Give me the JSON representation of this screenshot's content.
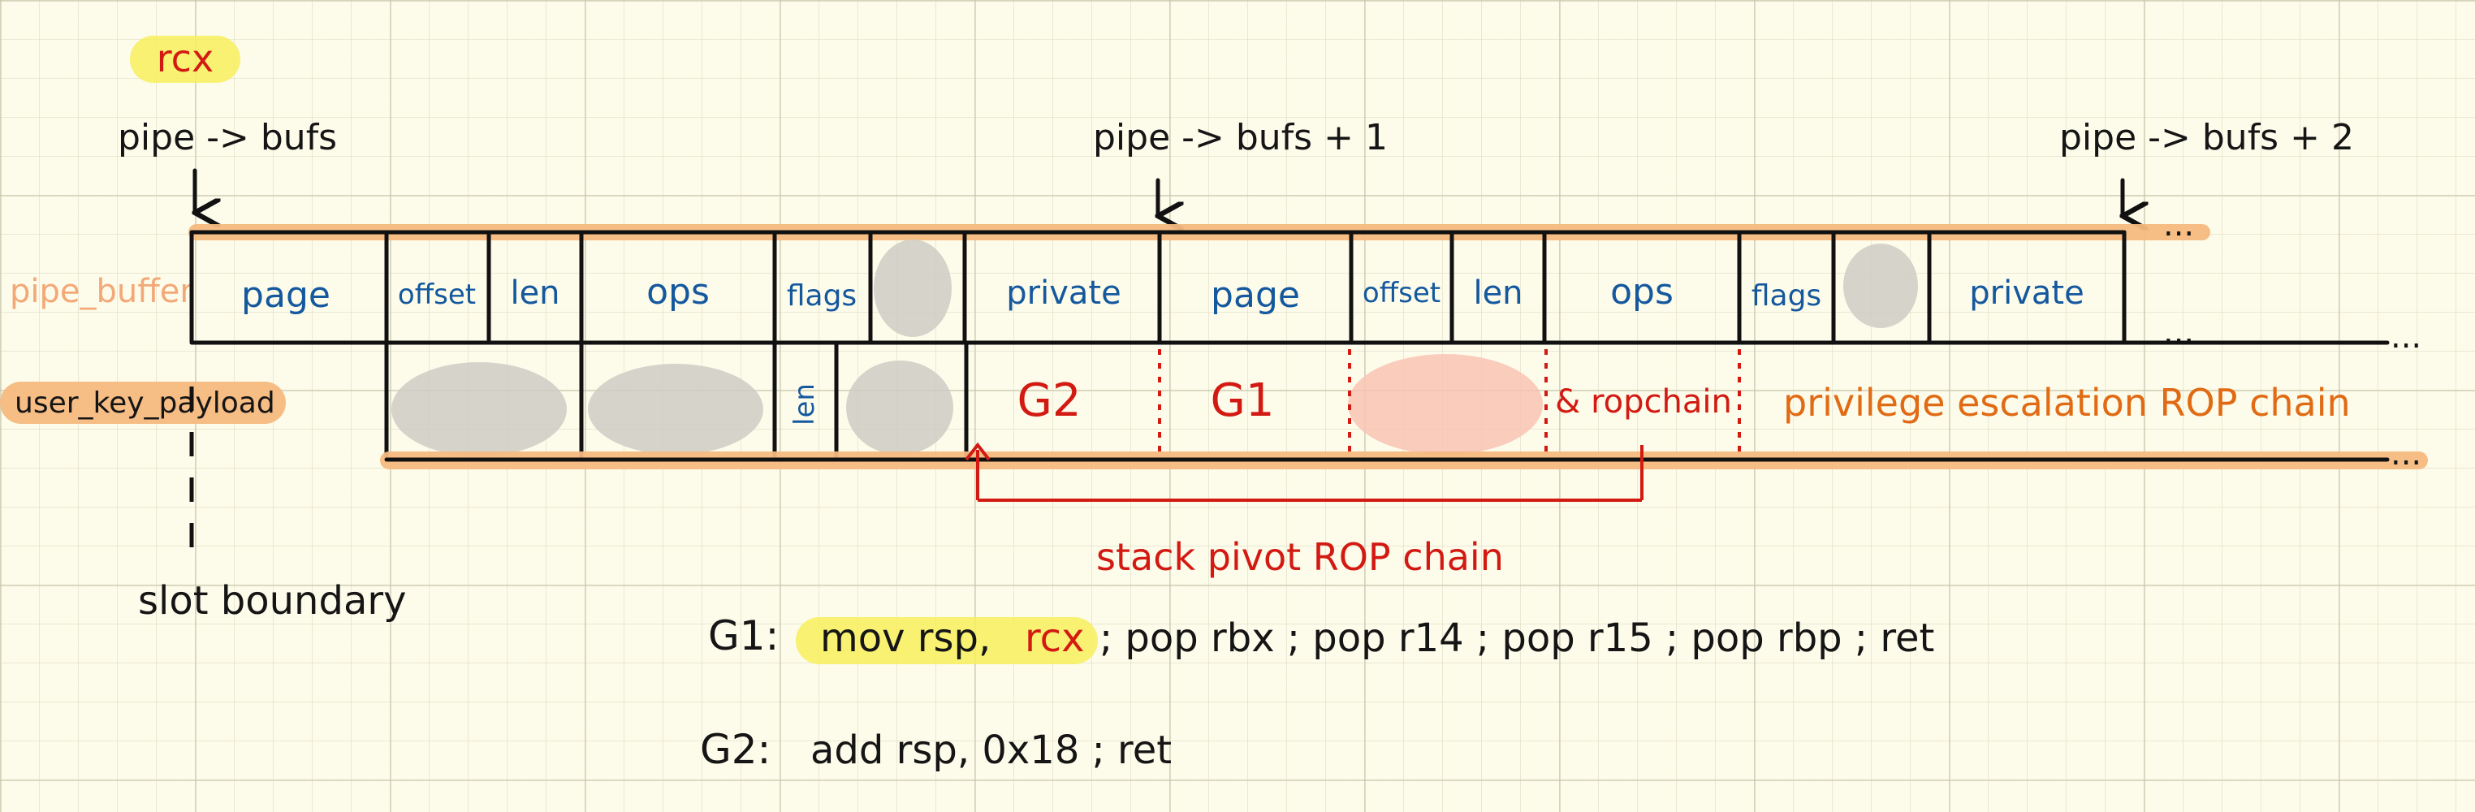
{
  "labels": {
    "rcx": "rcx",
    "pipe_bufs_0": "pipe -> bufs",
    "pipe_bufs_1": "pipe -> bufs + 1",
    "pipe_bufs_2": "pipe -> bufs + 2",
    "pipe_buffer": "pipe_buffer",
    "user_key_payload": "user_key_payload",
    "slot_boundary": "slot boundary",
    "stack_pivot": "stack pivot ROP chain"
  },
  "pipe_buffer_fields": [
    "page",
    "offset",
    "len",
    "ops",
    "flags",
    "private",
    "page",
    "offset",
    "len",
    "ops",
    "flags",
    "private"
  ],
  "payload_fields": {
    "len": "len",
    "g2": "G2",
    "g1": "G1",
    "ropchain": "& ropchain",
    "priv_esc": "privilege escalation ROP chain"
  },
  "gadgets": {
    "g1_label": "G1:",
    "g1_reg": "mov rsp,",
    "g1_rcx": "rcx",
    "g1_rest": "; pop rbx ; pop r14 ; pop r15 ; pop rbp ; ret",
    "g2_label": "G2:",
    "g2_code": "add rsp, 0x18 ; ret"
  },
  "ellipsis": "..."
}
